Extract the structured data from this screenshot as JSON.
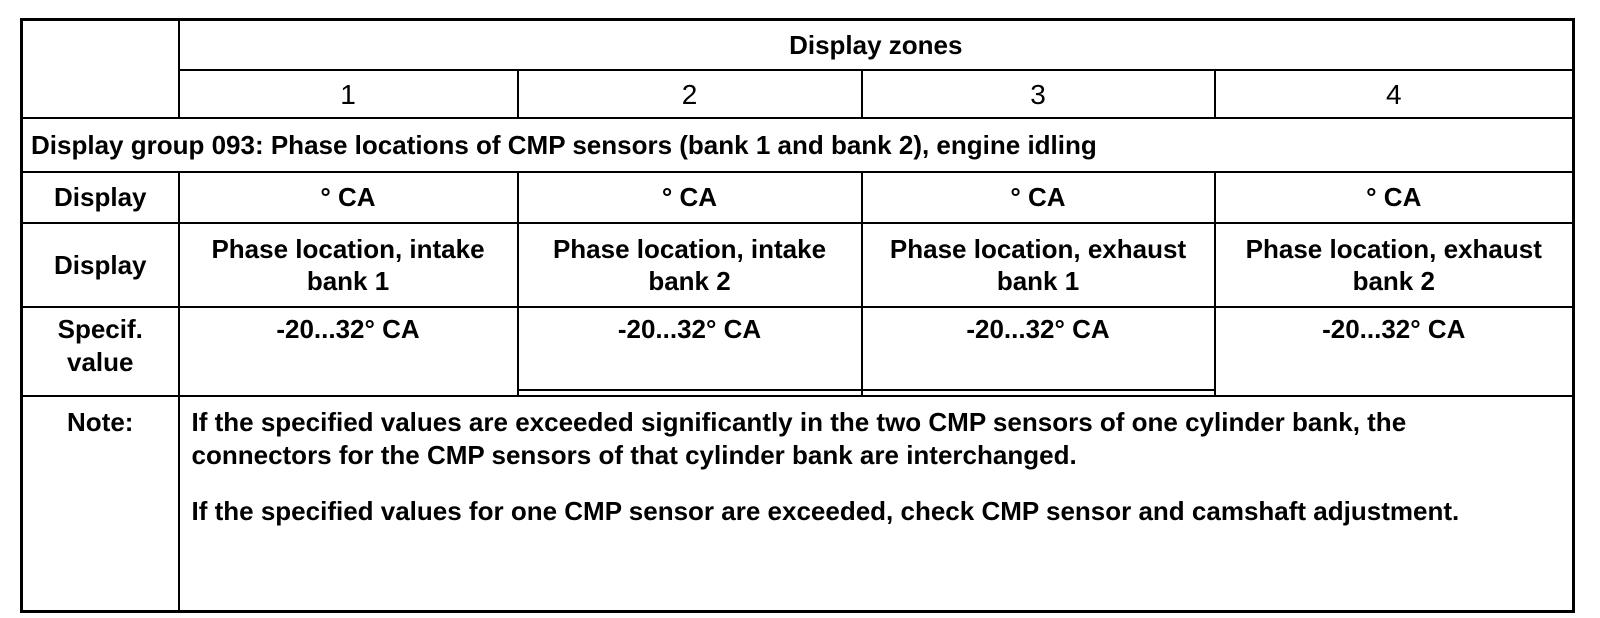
{
  "page": {
    "background_color": "#ffffff",
    "line_color": "#000000",
    "text_color": "#000000"
  },
  "table": {
    "header": {
      "zones_label": "Display zones",
      "zone_numbers": [
        "1",
        "2",
        "3",
        "4"
      ]
    },
    "group_row": {
      "title": "Display group 093: Phase locations of CMP sensors (bank 1 and bank 2), engine idling"
    },
    "unit_row": {
      "label": "Display",
      "values": [
        "° CA",
        "° CA",
        "° CA",
        "° CA"
      ]
    },
    "description_row": {
      "label": "Display",
      "values": [
        {
          "line1": "Phase location, intake",
          "line2": "bank 1"
        },
        {
          "line1": "Phase location, intake",
          "line2": "bank 2"
        },
        {
          "line1": "Phase location, exhaust",
          "line2": "bank 1"
        },
        {
          "line1": "Phase location, exhaust",
          "line2": "bank 2"
        }
      ]
    },
    "spec_row": {
      "label_line1": "Specif.",
      "label_line2": "value",
      "values": [
        "-20...32° CA",
        "-20...32° CA",
        "-20...32° CA",
        "-20...32° CA"
      ]
    },
    "note_row": {
      "label": "Note:",
      "paragraph1_lines": [
        "If the specified values are exceeded significantly in the two CMP sensors of one cylinder bank, the",
        "connectors for the CMP sensors of that cylinder bank are interchanged."
      ],
      "paragraph2_lines": [
        "If the specified values for one CMP sensor are exceeded, check CMP sensor and camshaft adjustment."
      ]
    }
  }
}
